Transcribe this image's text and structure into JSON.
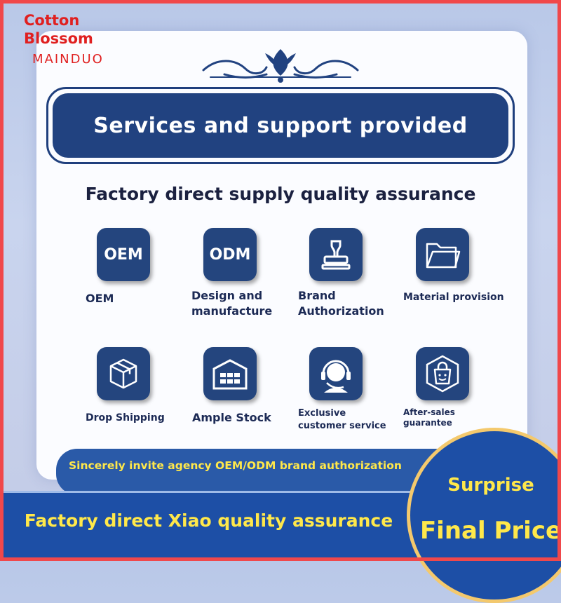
{
  "brand": {
    "line1": "Cotton",
    "line2": "Blossom",
    "line3": "MAINDUO"
  },
  "banner": {
    "title": "Services and support provided"
  },
  "subtitle": "Factory direct supply quality assurance",
  "services": [
    {
      "icon_text": "OEM",
      "icon": "oem-text-icon",
      "label_lines": [
        "OEM"
      ]
    },
    {
      "icon_text": "ODM",
      "icon": "odm-text-icon",
      "label_lines": [
        "Design and",
        "manufacture"
      ]
    },
    {
      "icon_text": "",
      "icon": "stamp-icon",
      "label_lines": [
        "Brand",
        "Authorization"
      ]
    },
    {
      "icon_text": "",
      "icon": "folder-icon",
      "label_lines": [
        "Material provision"
      ]
    },
    {
      "icon_text": "",
      "icon": "box-icon",
      "label_lines": [
        "Drop Shipping"
      ]
    },
    {
      "icon_text": "",
      "icon": "warehouse-icon",
      "label_lines": [
        "Ample Stock"
      ]
    },
    {
      "icon_text": "",
      "icon": "headset-icon",
      "label_lines": [
        "Exclusive",
        "customer service"
      ]
    },
    {
      "icon_text": "",
      "icon": "shopping-bag-icon",
      "label_lines": [
        "After-sales",
        "guarantee"
      ]
    }
  ],
  "invite": "Sincerely invite agency OEM/ODM brand authorization",
  "bottom": "Factory direct Xiao quality assurance",
  "price": {
    "line1": "Surprise",
    "line2": "Final Price"
  },
  "colors": {
    "navy": "#214280",
    "yellow": "#ffe84a",
    "brand_red": "#e02020",
    "gold": "#f4c96d"
  }
}
